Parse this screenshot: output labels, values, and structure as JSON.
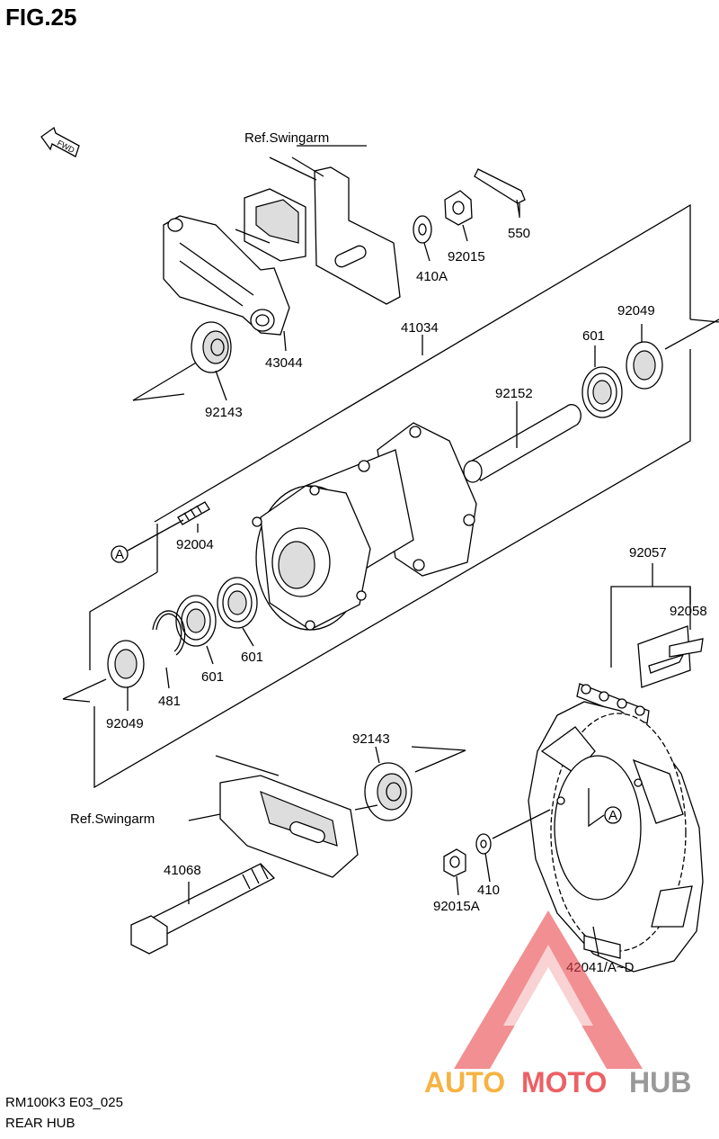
{
  "figure": {
    "title": "FIG.25",
    "code": "RM100K3 E03_025",
    "name": "REAR HUB"
  },
  "fwd_label": "FWD",
  "callouts": {
    "ref_swingarm_top": "Ref.Swingarm",
    "ref_swingarm_bottom": "Ref.Swingarm",
    "p550": "550",
    "p92015": "92015",
    "p410A": "410A",
    "p43044": "43044",
    "p92143_top": "92143",
    "p41034": "41034",
    "p92049_top": "92049",
    "p601_top": "601",
    "p92152": "92152",
    "p92004": "92004",
    "refA_left": "A",
    "p601_mid": "601",
    "p601_low": "601",
    "p481": "481",
    "p92049_bottom": "92049",
    "p92057": "92057",
    "p92058": "92058",
    "p92143_bottom": "92143",
    "p41068": "41068",
    "p410": "410",
    "p92015A": "92015A",
    "refA_sprocket": "A",
    "p42041": "42041/A~D"
  },
  "watermark": {
    "text_a": "AUTO",
    "text_b": "MOTO",
    "text_c": "HUB",
    "color_red": "#e8454a",
    "color_orange": "#f5a623",
    "color_gray": "#888888"
  }
}
